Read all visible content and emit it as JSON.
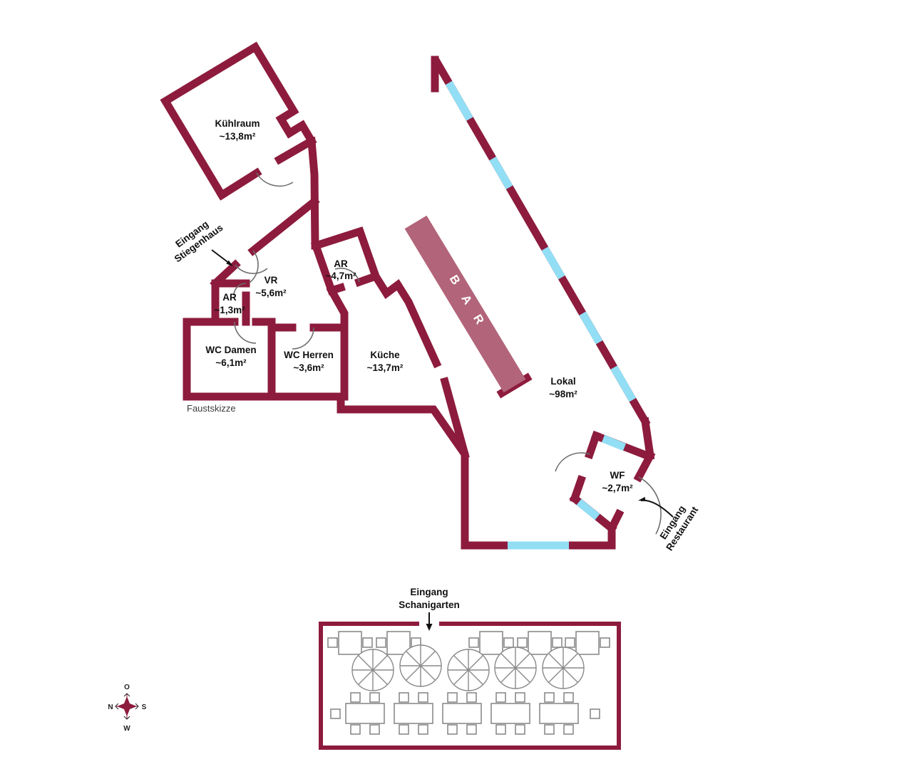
{
  "sketch_label": "Faustskizze",
  "rooms": {
    "kuehlraum": {
      "name": "Kühlraum",
      "area": "~13,8m²"
    },
    "vr": {
      "name": "VR",
      "area": "~5,6m²"
    },
    "ar_klein": {
      "name": "AR",
      "area": "~1,3m²"
    },
    "ar_gross": {
      "name": "AR",
      "area": "~4,7m²"
    },
    "wc_damen": {
      "name": "WC Damen",
      "area": "~6,1m²"
    },
    "wc_herren": {
      "name": "WC Herren",
      "area": "~3,6m²"
    },
    "kueche": {
      "name": "Küche",
      "area": "~13,7m²"
    },
    "lokal": {
      "name": "Lokal",
      "area": "~98m²"
    },
    "wf": {
      "name": "WF",
      "area": "~2,7m²"
    }
  },
  "bar": {
    "label": "B A R"
  },
  "entrances": {
    "stiegenhaus": {
      "line1": "Eingang",
      "line2": "Stiegenhaus"
    },
    "restaurant": {
      "line1": "Eingang",
      "line2": "Restaurant"
    },
    "schanigarten": {
      "line1": "Eingang",
      "line2": "Schanigarten"
    }
  },
  "compass": {
    "n": "N",
    "s": "S",
    "o": "O",
    "w": "W"
  },
  "colors": {
    "wall": "#8d1b3d",
    "window": "#92dff5",
    "bar_fill": "#b2647a",
    "furniture_outline": "#8a8a8a"
  }
}
